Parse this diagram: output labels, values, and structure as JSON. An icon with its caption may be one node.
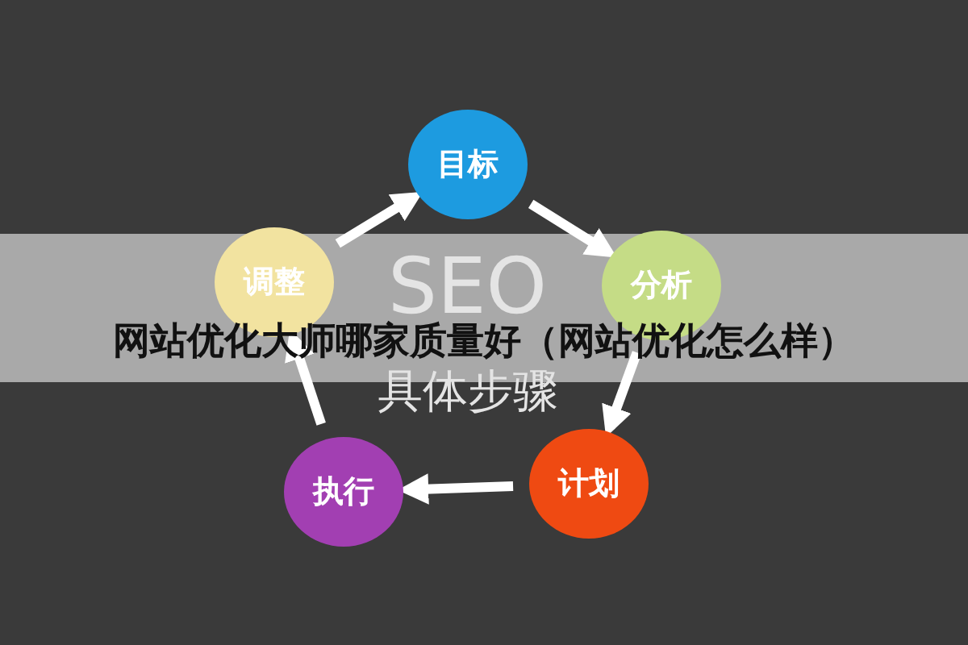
{
  "diagram": {
    "title": "网站优化大师哪家质量好（网站优化怎么样）",
    "nodes": [
      {
        "text": [
          "目标"
        ]
      },
      {
        "text": [
          "分析"
        ]
      },
      {
        "text": [
          "计划"
        ]
      },
      {
        "text": [
          "执行"
        ]
      },
      {
        "text": [
          "调整"
        ]
      }
    ],
    "edges": [
      {
        "from": 0,
        "to": 1,
        "arrow": "to"
      },
      {
        "from": 1,
        "to": 2,
        "arrow": "to"
      },
      {
        "from": 2,
        "to": 3,
        "arrow": "to"
      },
      {
        "from": 3,
        "to": 4,
        "arrow": "to"
      },
      {
        "from": 4,
        "to": 0,
        "arrow": "to"
      }
    ],
    "labels": [
      "SEO",
      "具体步骤"
    ]
  }
}
